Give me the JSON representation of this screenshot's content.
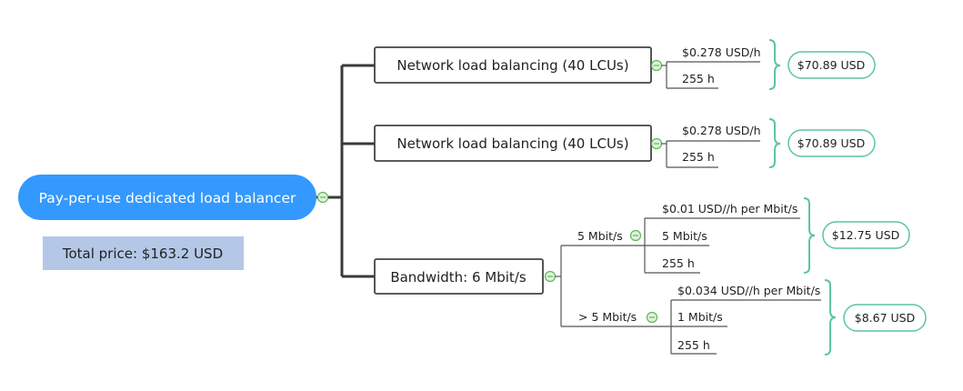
{
  "root": {
    "label": "Pay-per-use dedicated load balancer",
    "total": "Total price: $163.2 USD"
  },
  "items": [
    {
      "label": "Network load balancing (40 LCUs)",
      "rate": "$0.278 USD/h",
      "hours": "255 h",
      "price": "$70.89 USD"
    },
    {
      "label": "Network load balancing (40 LCUs)",
      "rate": "$0.278 USD/h",
      "hours": "255 h",
      "price": "$70.89 USD"
    }
  ],
  "bandwidth": {
    "label": "Bandwidth: 6 Mbit/s",
    "tiers": [
      {
        "label": "5 Mbit/s",
        "rate": "$0.01 USD//h per Mbit/s",
        "amount": "5 Mbit/s",
        "hours": "255 h",
        "price": "$12.75 USD"
      },
      {
        "label": "> 5 Mbit/s",
        "rate": "$0.034 USD//h per Mbit/s",
        "amount": "1 Mbit/s",
        "hours": "255 h",
        "price": "$8.67 USD"
      }
    ]
  },
  "colors": {
    "root_fill": "#3399FF",
    "total_fill": "#B4C7E7",
    "connector": "#3a3a3a",
    "toggle_green": "#5CB85C",
    "toggle_fill": "#DFF2D8",
    "brace": "#5BC4A6",
    "price_border": "#5BC4A6"
  }
}
